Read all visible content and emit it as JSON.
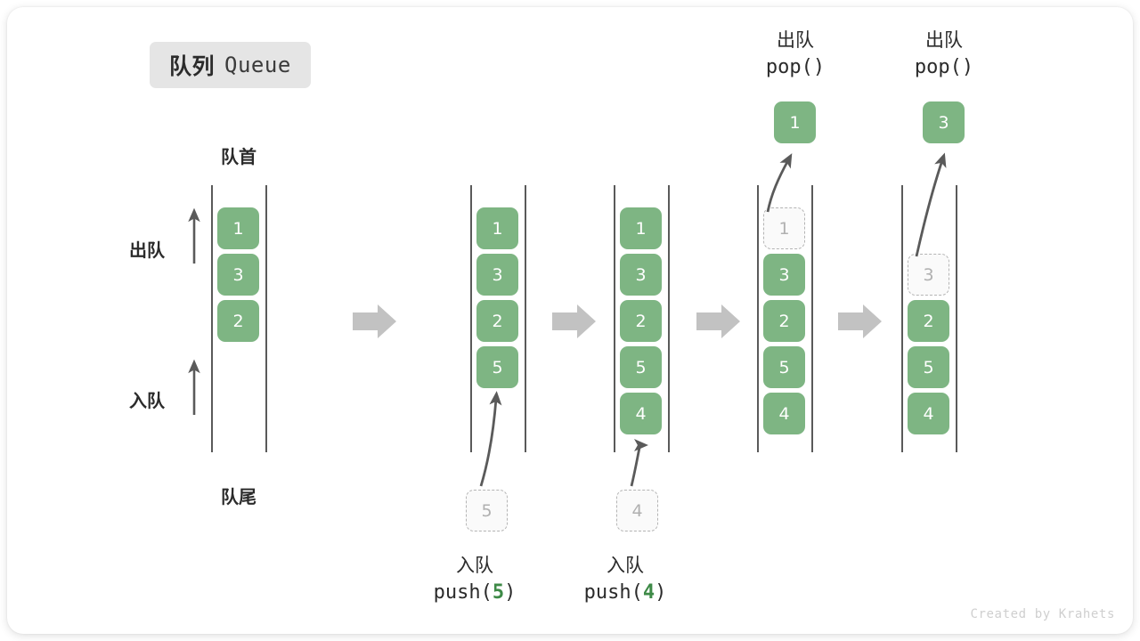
{
  "title": {
    "cn": "队列",
    "en": "Queue"
  },
  "labels": {
    "front": "队首",
    "rear": "队尾",
    "dequeue": "出队",
    "enqueue": "入队"
  },
  "credit": "Created by Krahets",
  "colors": {
    "cell_fill": "#7eb583",
    "cell_text": "#ffffff",
    "ghost_fill": "#fafafa",
    "ghost_border": "#b4b4b4",
    "ghost_text": "#b0b0b0",
    "rail": "#5a5a5a",
    "block_arrow": "#c2c2c2",
    "motion_arrow": "#5a5a5a",
    "accent_green": "#3e8a47",
    "badge_bg": "#e5e5e5",
    "credit": "#cfcfcf"
  },
  "columns": [
    {
      "id": "col-1",
      "cells": [
        {
          "value": "1",
          "state": "filled"
        },
        {
          "value": "3",
          "state": "filled"
        },
        {
          "value": "2",
          "state": "filled"
        }
      ]
    },
    {
      "id": "col-2",
      "cells": [
        {
          "value": "1",
          "state": "filled"
        },
        {
          "value": "3",
          "state": "filled"
        },
        {
          "value": "2",
          "state": "filled"
        },
        {
          "value": "5",
          "state": "filled"
        }
      ]
    },
    {
      "id": "col-3",
      "cells": [
        {
          "value": "1",
          "state": "filled"
        },
        {
          "value": "3",
          "state": "filled"
        },
        {
          "value": "2",
          "state": "filled"
        },
        {
          "value": "5",
          "state": "filled"
        },
        {
          "value": "4",
          "state": "filled"
        }
      ]
    },
    {
      "id": "col-4",
      "cells": [
        {
          "value": "1",
          "state": "ghost"
        },
        {
          "value": "3",
          "state": "filled"
        },
        {
          "value": "2",
          "state": "filled"
        },
        {
          "value": "5",
          "state": "filled"
        },
        {
          "value": "4",
          "state": "filled"
        }
      ]
    },
    {
      "id": "col-5",
      "cells": [
        {
          "value": "",
          "state": "empty"
        },
        {
          "value": "3",
          "state": "ghost"
        },
        {
          "value": "2",
          "state": "filled"
        },
        {
          "value": "5",
          "state": "filled"
        },
        {
          "value": "4",
          "state": "filled"
        }
      ]
    }
  ],
  "operations": {
    "push_5": {
      "cn": "入队",
      "fn": "push(",
      "arg": "5",
      "close": ")",
      "ghost_value": "5"
    },
    "push_4": {
      "cn": "入队",
      "fn": "push(",
      "arg": "4",
      "close": ")",
      "ghost_value": "4"
    },
    "pop_1": {
      "cn": "出队",
      "fn": "pop(",
      "arg": "",
      "close": ")",
      "result_value": "1"
    },
    "pop_3": {
      "cn": "出队",
      "fn": "pop(",
      "arg": "",
      "close": ")",
      "result_value": "3"
    }
  }
}
